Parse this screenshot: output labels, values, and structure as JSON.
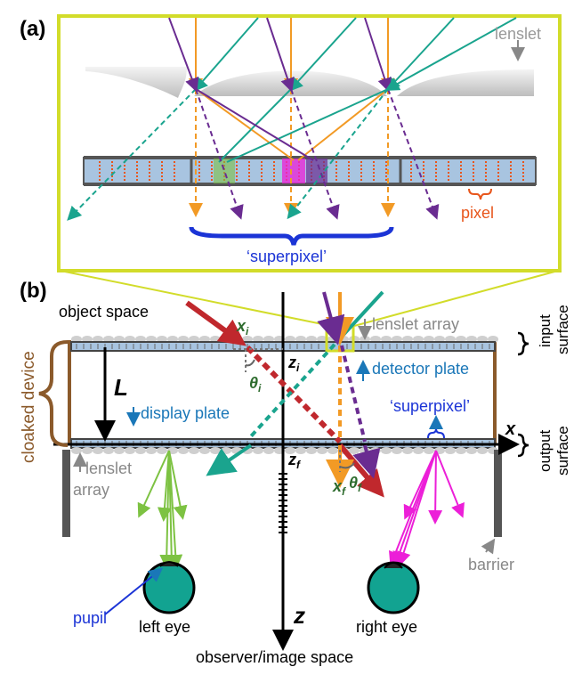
{
  "panel_a": {
    "tag": "(a)",
    "lenslet": "lenslet",
    "pixel": "pixel",
    "superpixel": "‘superpixel’"
  },
  "panel_b": {
    "tag": "(b)",
    "object_space": "object space",
    "lenslet_array_top": "lenslet array",
    "input_surface_1": "input",
    "input_surface_2": "surface",
    "detector_plate": "detector plate",
    "display_plate": "display plate",
    "superpixel": "‘superpixel’",
    "output_surface_1": "output",
    "output_surface_2": "surface",
    "cloaked_device": "cloaked device",
    "L": "L",
    "x_axis": "x",
    "z_axis": "z",
    "x_i": "x",
    "x_i_sub": "i",
    "z_i": "z",
    "z_i_sub": "i",
    "theta_i": "θ",
    "theta_i_sub": "i",
    "z_f": "z",
    "z_f_sub": "f",
    "x_f": "x",
    "x_f_sub": "f",
    "theta_f": "θ",
    "theta_f_sub": "f",
    "lenslet_array_bottom_1": "lenslet",
    "lenslet_array_bottom_2": "array",
    "barrier": "barrier",
    "pupil": "pupil",
    "left_eye": "left eye",
    "right_eye": "right eye",
    "observer_space": "observer/image space"
  },
  "colors": {
    "frame": "#d2dc2a",
    "orange": "#f29a25",
    "teal": "#1aa48e",
    "purple": "#6a2c91",
    "red": "#c0282d",
    "green": "#7dc242",
    "magenta": "#ec1fd8",
    "blue": "#1b34d6",
    "brown": "#8b5a2b",
    "plate": "#a8c4e0",
    "detector_blue": "#1a77b8"
  }
}
